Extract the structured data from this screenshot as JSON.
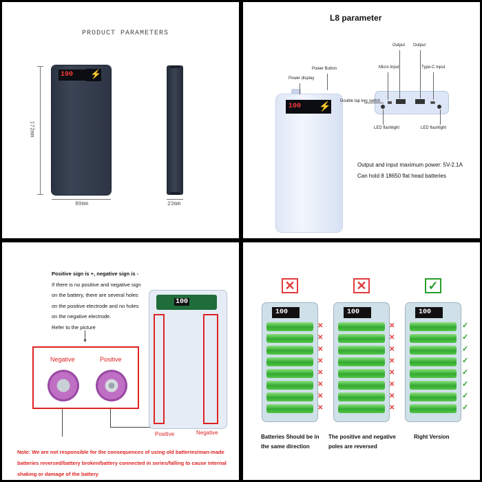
{
  "panel1": {
    "heading": "PRODUCT PARAMETERS",
    "dim_height": "172mm",
    "dim_width": "80mm",
    "dim_depth": "23mm",
    "display_digits": "100"
  },
  "panel2": {
    "heading": "L8 parameter",
    "labels": {
      "power_display": "Power display",
      "power_button": "Power Button",
      "micro_input": "Micro Input",
      "output_left": "Output",
      "output_right": "Output",
      "typec_input": "Type-C Input",
      "double_tap": "Double tap key switch",
      "led_left": "LED flashlight",
      "led_right": "LED flashlight"
    },
    "spec_line1": "Output and input maximum power: 5V-2.1A",
    "spec_line2": "Can hold 8 18650 flat head batteries",
    "display_digits": "100"
  },
  "panel3": {
    "intro_lines": [
      "Positive sign is +, negative sign is -",
      "If there is no positive and negative sign",
      "on the battery, there are several holes",
      "on the positive electrode and no holes",
      "on the negative electrode.",
      "Refer to the picture"
    ],
    "negative_label": "Negative",
    "positive_label": "Positive",
    "bottom_positive": "Positive",
    "bottom_negative": "Negative",
    "note_lines": [
      "Note: We are not responsible for the consequences of using old batteries/man-made",
      "batteries reversed/battery broken/battery connected in series/falling to cause internal",
      "shaking or damage of the battery"
    ],
    "display_digits": "100"
  },
  "panel4": {
    "caption1_line1": "Batteries Should be in",
    "caption1_line2": "the same direction",
    "caption2_line1": "The positive and negative",
    "caption2_line2": "poles are reversed",
    "caption3": "Right Version",
    "display_digits": "100",
    "colors": {
      "wrong": "#e23b3b",
      "right": "#2a9d2a"
    }
  }
}
